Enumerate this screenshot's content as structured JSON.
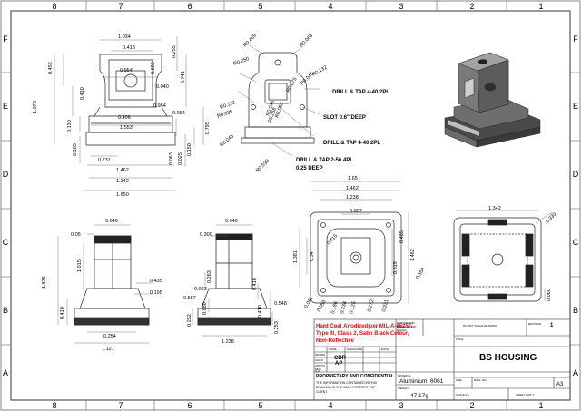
{
  "border": {
    "columns_top": [
      "8",
      "7",
      "6",
      "5",
      "4",
      "3",
      "2",
      "1"
    ],
    "columns_bottom": [
      "8",
      "7",
      "6",
      "5",
      "4",
      "3",
      "2",
      "1"
    ],
    "rows_left": [
      "F",
      "E",
      "D",
      "C",
      "B",
      "A"
    ],
    "rows_right": [
      "F",
      "E",
      "D",
      "C",
      "B",
      "A"
    ]
  },
  "views": {
    "front_top": {
      "dims": [
        "1.034",
        "0.413",
        "0.954",
        "0.600",
        "0.040",
        "0.456",
        "0.410",
        "0.255",
        "0.741",
        "0.954",
        "0.094",
        "1.876",
        "0.406",
        "1.553",
        "0.130",
        "0.795",
        "0.165",
        "0.731",
        "1.462",
        "1.342",
        "1.650",
        "0.063",
        "0.025",
        "0.150"
      ]
    },
    "iso_top": {
      "dims": [
        "R0.465",
        "R0.250",
        "R0.063",
        "R0.132",
        "R0.045",
        "R0.112",
        "R0.075",
        "R0.258",
        "R0.035",
        "R0.045",
        "R0.030",
        "R0.045",
        "R0.063"
      ]
    },
    "callouts": [
      {
        "text": "DRILL & TAP 4-40 2PL"
      },
      {
        "text": "SLOT 0.6\" DEEP"
      },
      {
        "text": "DRILL & TAP 4-40 2PL"
      },
      {
        "text": "DRILL & TAP 2-56 4PL"
      },
      {
        "text": "0.25 DEEP"
      }
    ],
    "top_view": {
      "dims": [
        "1.65",
        "1.462",
        "1.238",
        "0.807",
        "1.381",
        "0.34",
        "0.619",
        "1.462",
        "0.485",
        "0.554",
        "0.061",
        "0.050",
        "0.186",
        "0.238",
        "0.272",
        "0.125",
        "0.331",
        "0.415"
      ]
    },
    "bottom_view": {
      "dims": [
        "1.342",
        "0.330",
        "0.060"
      ]
    },
    "left_view": {
      "dims": [
        "0.640",
        "0.05",
        "1.015",
        "1.876",
        "0.435",
        "0.195",
        "0.410",
        "0.254",
        "1.121"
      ]
    },
    "mid_view": {
      "dims": [
        "0.640",
        "0.300",
        "0.263",
        "0.587",
        "0.063",
        "0.416",
        "0.548",
        "0.252",
        "0.080",
        "1.238",
        "0.410",
        "0.253"
      ]
    }
  },
  "title_block": {
    "note_lines": [
      "Hard Coat Anodized per MIL-A-8625F,",
      "Type III, Class 2, Satin Black Colour,",
      "Non-Reflective"
    ],
    "drawn_initials": "CBR",
    "checked_initials": "AP",
    "proprietary_heading": "PROPRIETARY AND CONFIDENTIAL",
    "proprietary_body": [
      "THE INFORMATION CONTAINED IN THIS",
      "DRAWING IS THE SOLE PROPERTY OF",
      "CLIENT"
    ],
    "material_label": "MATERIAL",
    "material": "Aluminium, 6061",
    "weight_label": "WEIGHT",
    "weight": "47.17g",
    "do_not_scale": "DO NOT SCALE DRAWING",
    "revision_label": "REVISION",
    "revision": "1",
    "title_label": "TITLE:",
    "title": "BS HOUSING",
    "size_label": "SIZE",
    "dwg_label": "DWG. NO.",
    "size": "A3",
    "scale_label": "SCALE:1:1",
    "sheet_label": "SHEET 1 OF 1",
    "deburr_lines": [
      "DEBURR AND",
      "BREAK SHARP",
      "EDGES"
    ],
    "col_headers": [
      "NAME",
      "SIGNATURE",
      "DATE"
    ],
    "row_labels": [
      "DRAWN",
      "CHK'D",
      "APPV'D",
      "MFG",
      "Q.A"
    ]
  }
}
